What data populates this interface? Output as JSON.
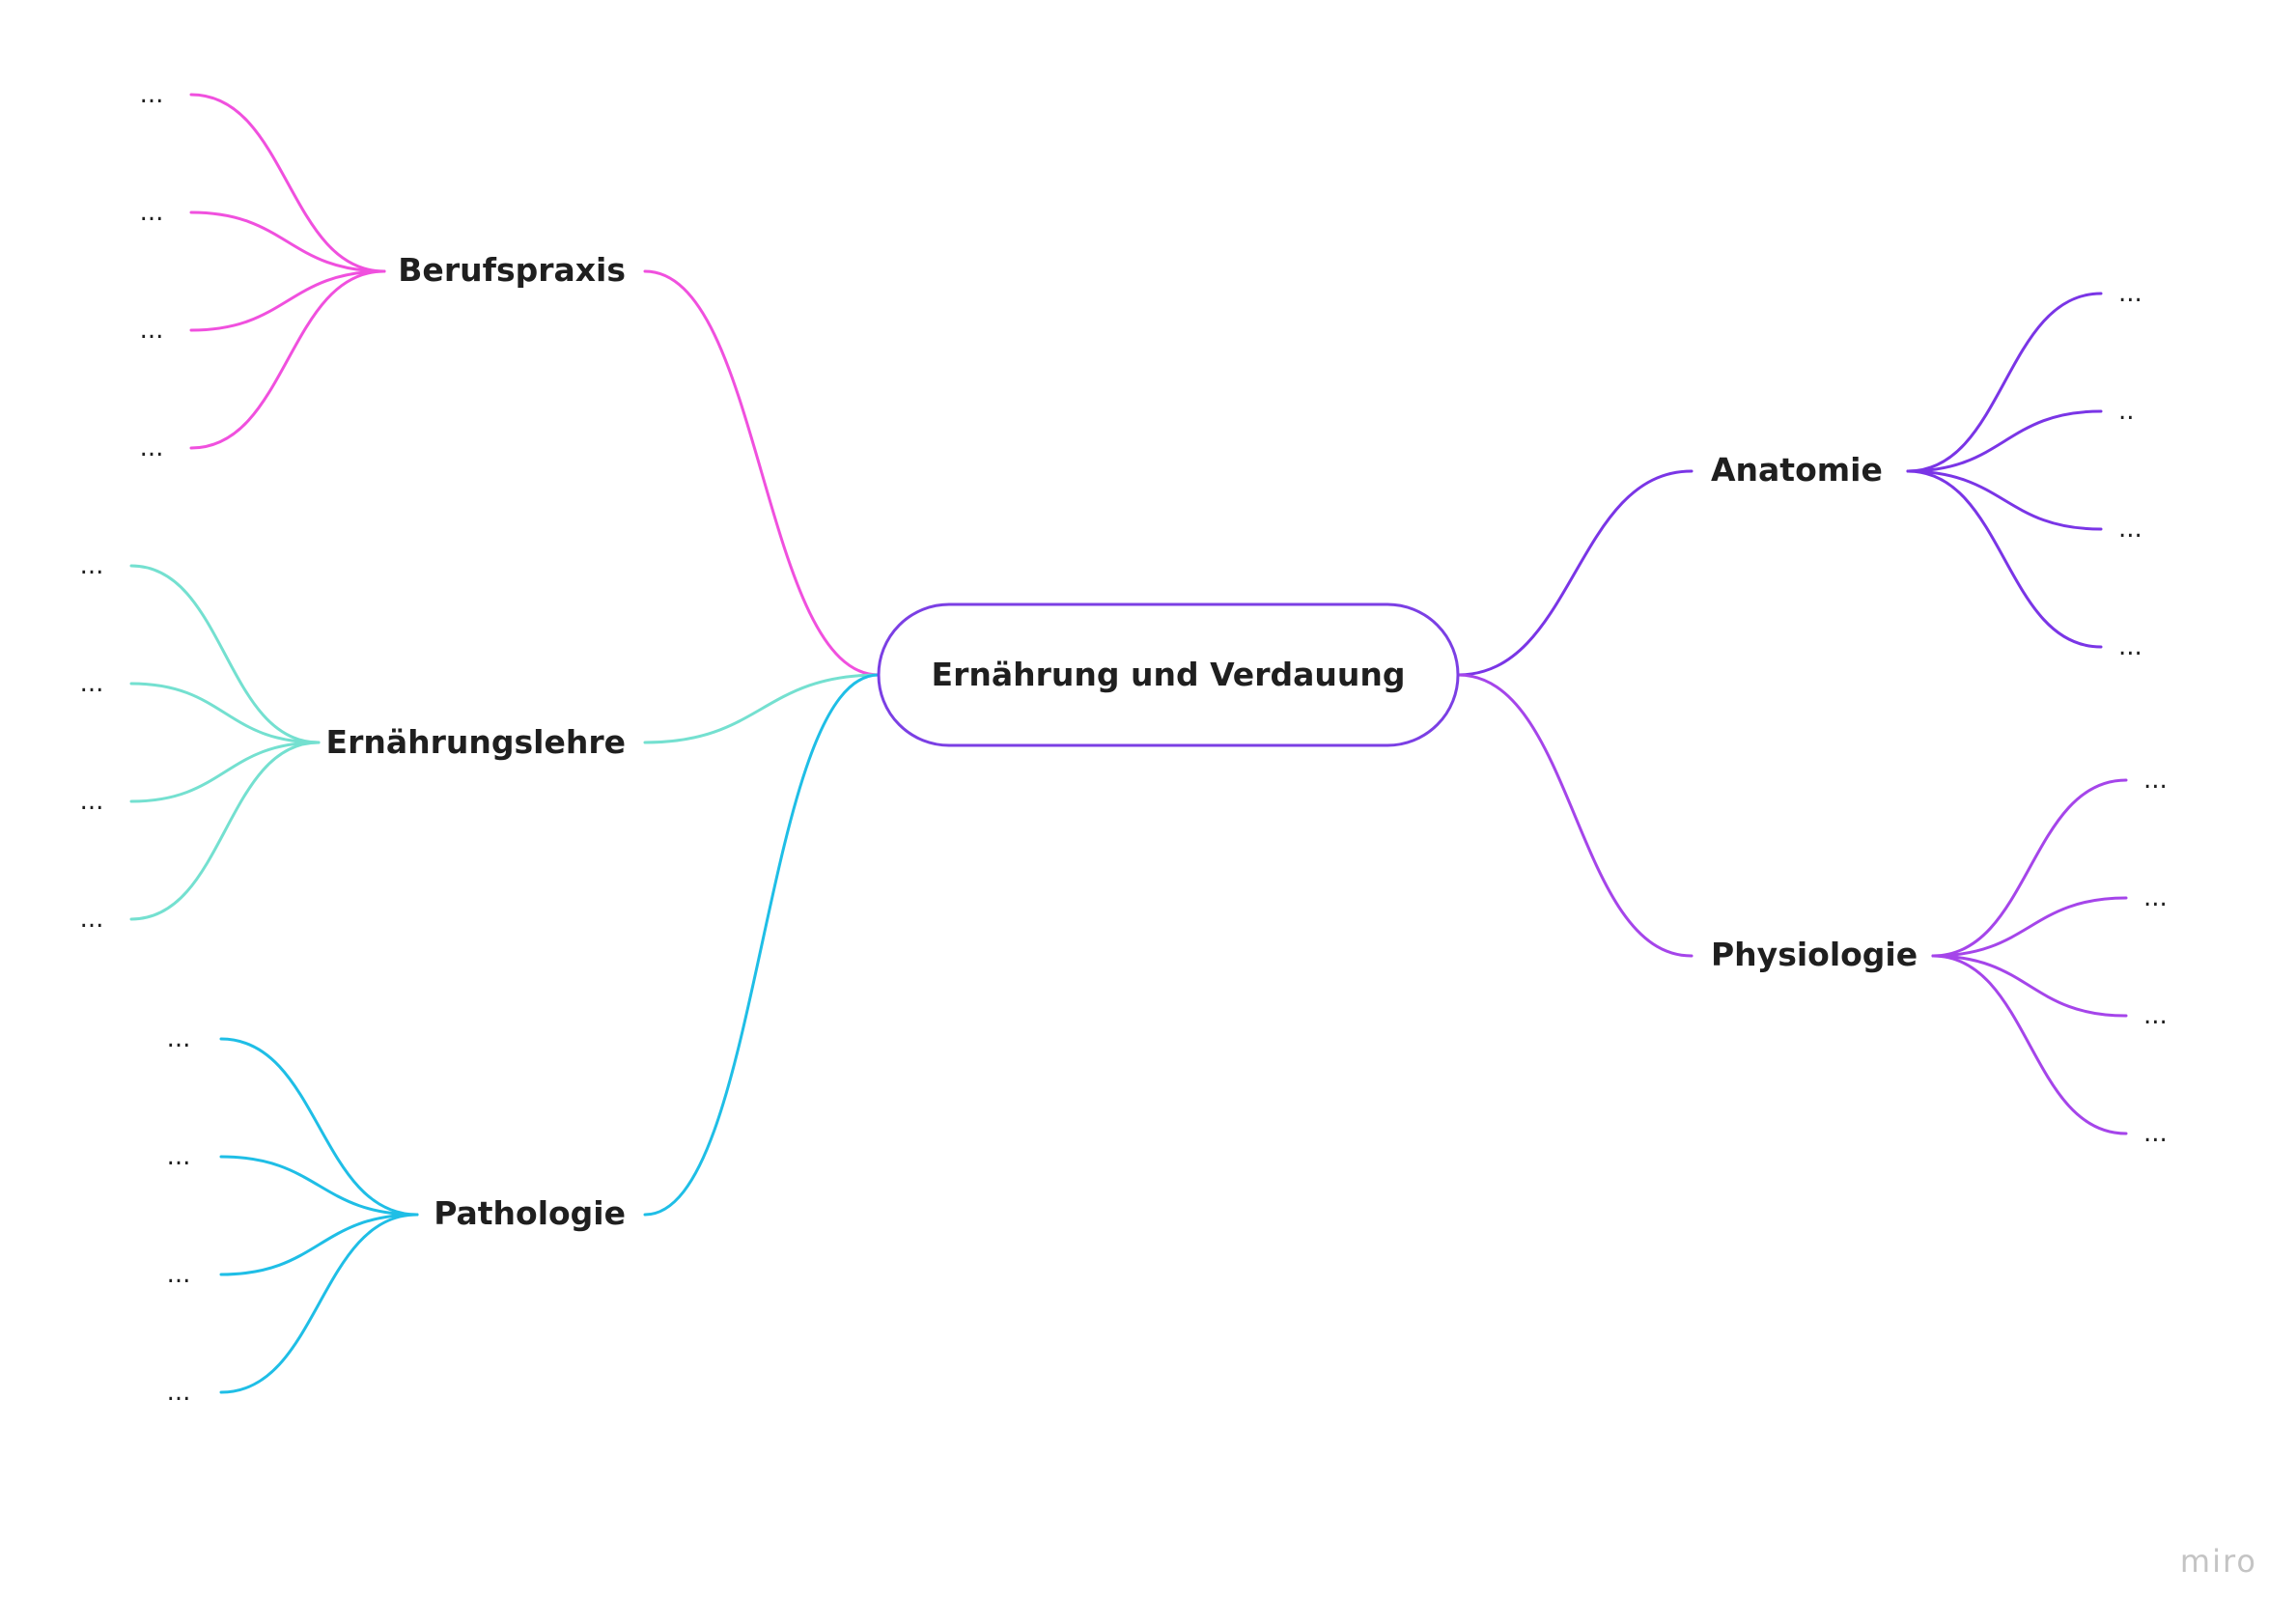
{
  "root": {
    "label": "Ernährung und Verdauung",
    "color": "#7b3fe4"
  },
  "branches": [
    {
      "id": "berufspraxis",
      "label": "Berufspraxis",
      "color": "#f050de",
      "side": "left",
      "children": [
        "...",
        "...",
        "...",
        "..."
      ]
    },
    {
      "id": "ernaehrungslehre",
      "label": "Ernährungslehre",
      "color": "#74e0d0",
      "side": "left",
      "children": [
        "...",
        "...",
        "...",
        "..."
      ]
    },
    {
      "id": "pathologie",
      "label": "Pathologie",
      "color": "#1fbee6",
      "side": "left",
      "children": [
        "...",
        "...",
        "...",
        "..."
      ]
    },
    {
      "id": "anatomie",
      "label": "Anatomie",
      "color": "#7a35e6",
      "side": "right",
      "children": [
        "...",
        "..",
        "...",
        "..."
      ]
    },
    {
      "id": "physiologie",
      "label": "Physiologie",
      "color": "#a545ea",
      "side": "right",
      "children": [
        "...",
        "...",
        "...",
        "..."
      ]
    }
  ],
  "watermark": "miro"
}
